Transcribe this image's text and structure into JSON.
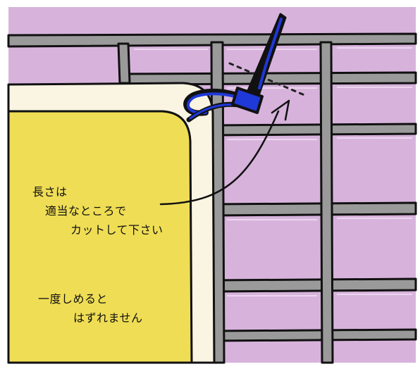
{
  "notes": {
    "length_line1": "長さは",
    "length_line2": "適当なところで",
    "length_line3": "カットして下さい",
    "once_line1": "一度しめると",
    "once_line2": "はずれません"
  },
  "colors": {
    "wall": "#d7b3dc",
    "mortar": "#9a9a9a",
    "panel": "#efdd55",
    "frame": "#faf4e2",
    "tie": "#1f38d8",
    "outline": "#111111"
  }
}
